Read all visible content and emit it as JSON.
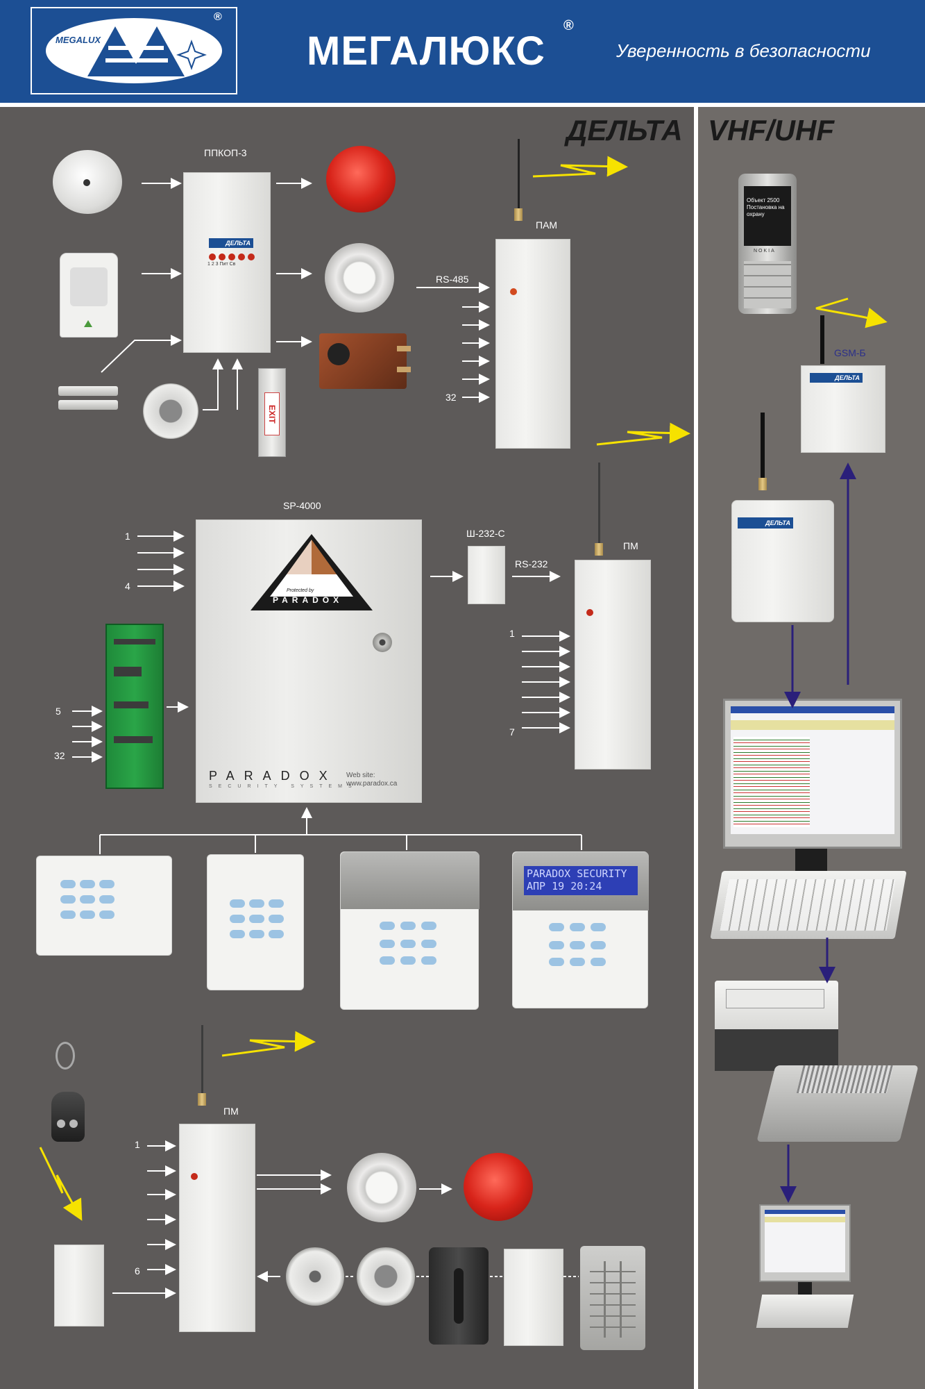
{
  "header": {
    "logo_small_text": "MEGALUX",
    "logo_initials": "МЛ",
    "brand": "МЕГАЛЮКС",
    "registered": "®",
    "slogan": "Уверенность в безопасности"
  },
  "sections": {
    "delta_title": "ДЕЛЬТА",
    "vhf_title": "VHF/UHF"
  },
  "labels": {
    "ppkop3": "ППКОП-3",
    "pam": "ПАМ",
    "rs485": "RS-485",
    "pam_input_last": "32",
    "sp4000": "SP-4000",
    "sh232c": "Ш-232-С",
    "rs232": "RS-232",
    "pm_top": "ПМ",
    "pm_bottom": "ПМ",
    "gsm_b": "GSM-Б",
    "sp_in_1": "1",
    "sp_in_4": "4",
    "sp_in_5": "5",
    "sp_in_32": "32",
    "pm_in_1": "1",
    "pm_in_7": "7",
    "pmb_in_1": "1",
    "pmb_in_6": "6",
    "ppkop_brand": "ДЕЛЬТА",
    "ppkop_leds": "1  2  3  Пит Св",
    "exit_sign": "EXIT",
    "paradox_protected": "Protected by",
    "paradox_logo": "PARADOX",
    "paradox_sub": "SECURITY SYSTEMS",
    "paradox_web": "Web site:\nwww.paradox.ca",
    "lcd_line1": "PARADOX SECURITY",
    "lcd_line2": "АПР   19 20:24",
    "phone_screen": "Объект 2500 Постановка на охрану",
    "phone_brand": "NOKIA",
    "gsm_brand": "ДЕЛЬТА",
    "radio_brand": "ДЕЛЬТА"
  },
  "colors": {
    "header_blue": "#1c4f94",
    "panel_gray": "#5d5a59",
    "right_gray": "#6f6b68",
    "signal_yellow": "#f6e200",
    "flow_navy": "#2a1f7a",
    "arrow_white": "#ffffff"
  }
}
